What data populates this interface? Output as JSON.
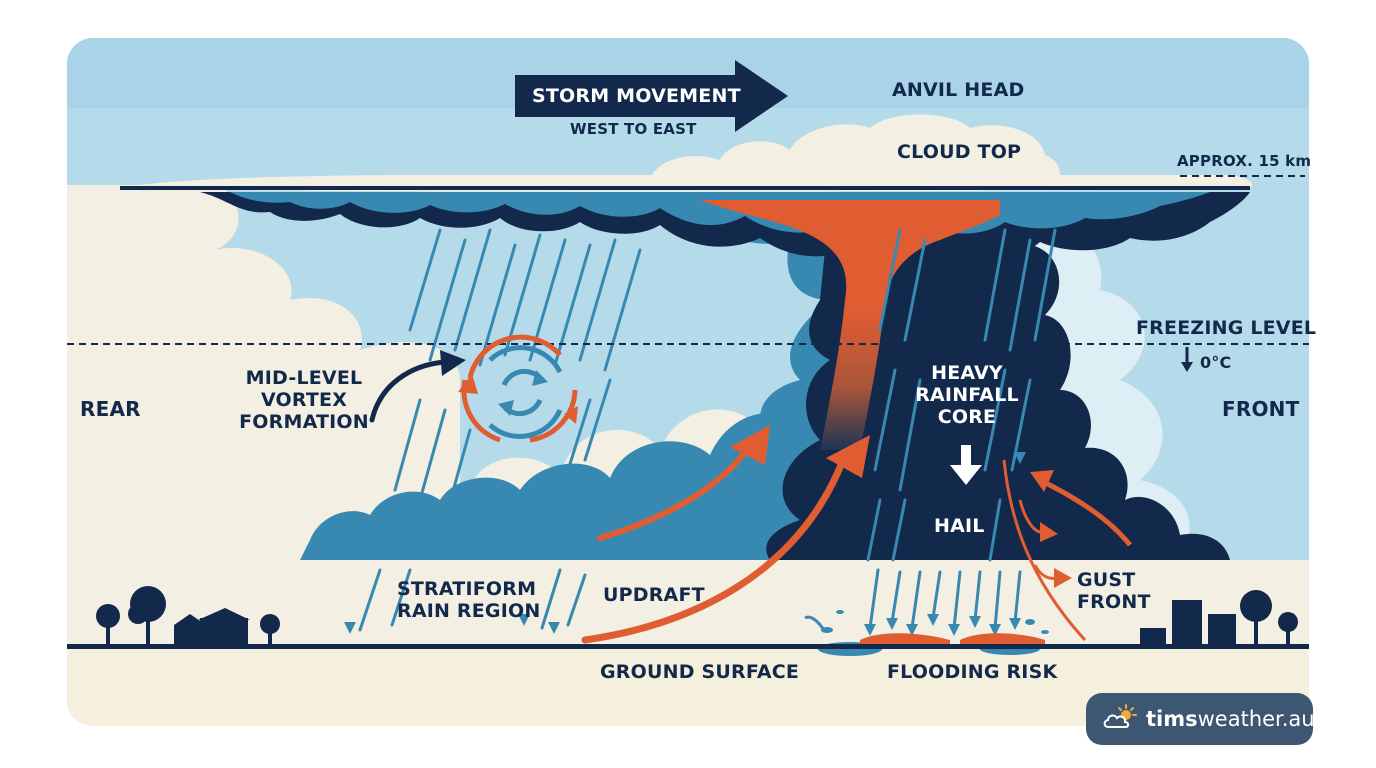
{
  "labels": {
    "storm_movement": "STORM MOVEMENT",
    "west_to_east": "WEST TO EAST",
    "anvil_head": "ANVIL HEAD",
    "cloud_top": "CLOUD TOP",
    "approx_height": "APPROX. 15 km",
    "freezing_level": "FREEZING LEVEL",
    "zero_c": "0°C",
    "rear": "REAR",
    "front": "FRONT",
    "mid_level_vortex": [
      "MID-LEVEL",
      "VORTEX",
      "FORMATION"
    ],
    "heavy_rainfall_core": [
      "HEAVY",
      "RAINFALL",
      "CORE"
    ],
    "hail": "HAIL",
    "stratiform_rain_region": [
      "STRATIFORM",
      "RAIN REGION"
    ],
    "updraft": "UPDRAFT",
    "gust_front": [
      "GUST",
      "FRONT"
    ],
    "ground_surface": "GROUND SURFACE",
    "flooding_risk": "FLOODING RISK"
  },
  "brand": {
    "bold": "tims",
    "rest": "weather.au"
  },
  "colors": {
    "navy": "#13294b",
    "sky": "#b5dbea",
    "cream": "#f3efe2",
    "storm_blue": "#3889b2",
    "orange": "#e05d32",
    "badge": "#3d5671"
  }
}
